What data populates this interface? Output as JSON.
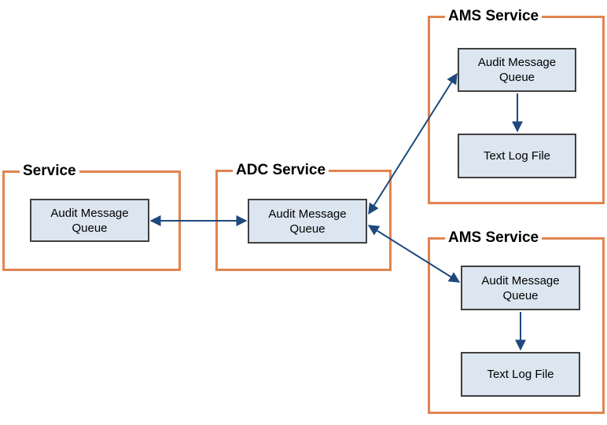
{
  "diagram": {
    "kind": "service-flow-diagram",
    "groups": [
      {
        "id": "service",
        "title": "Service",
        "boxes": [
          {
            "label": "Audit Message Queue"
          }
        ]
      },
      {
        "id": "adc-service",
        "title": "ADC Service",
        "boxes": [
          {
            "label": "Audit Message Queue"
          }
        ]
      },
      {
        "id": "ams-service-top",
        "title": "AMS Service",
        "boxes": [
          {
            "label": "Audit Message Queue"
          },
          {
            "label": "Text Log File"
          }
        ]
      },
      {
        "id": "ams-service-bottom",
        "title": "AMS Service",
        "boxes": [
          {
            "label": "Audit Message Queue"
          },
          {
            "label": "Text Log File"
          }
        ]
      }
    ],
    "connections": [
      {
        "from": "service.audit-message-queue",
        "to": "adc-service.audit-message-queue",
        "direction": "bidirectional"
      },
      {
        "from": "adc-service.audit-message-queue",
        "to": "ams-service-top.audit-message-queue",
        "direction": "bidirectional"
      },
      {
        "from": "adc-service.audit-message-queue",
        "to": "ams-service-bottom.audit-message-queue",
        "direction": "bidirectional"
      },
      {
        "from": "ams-service-top.audit-message-queue",
        "to": "ams-service-top.text-log-file",
        "direction": "one-way-down"
      },
      {
        "from": "ams-service-bottom.audit-message-queue",
        "to": "ams-service-bottom.text-log-file",
        "direction": "one-way-down"
      }
    ],
    "colors": {
      "group_border": "#E18450",
      "node_fill": "#DCE6F1",
      "node_border": "#404040",
      "arrow": "#1F497D",
      "text": "#000000",
      "background": "#FFFFFF"
    }
  }
}
